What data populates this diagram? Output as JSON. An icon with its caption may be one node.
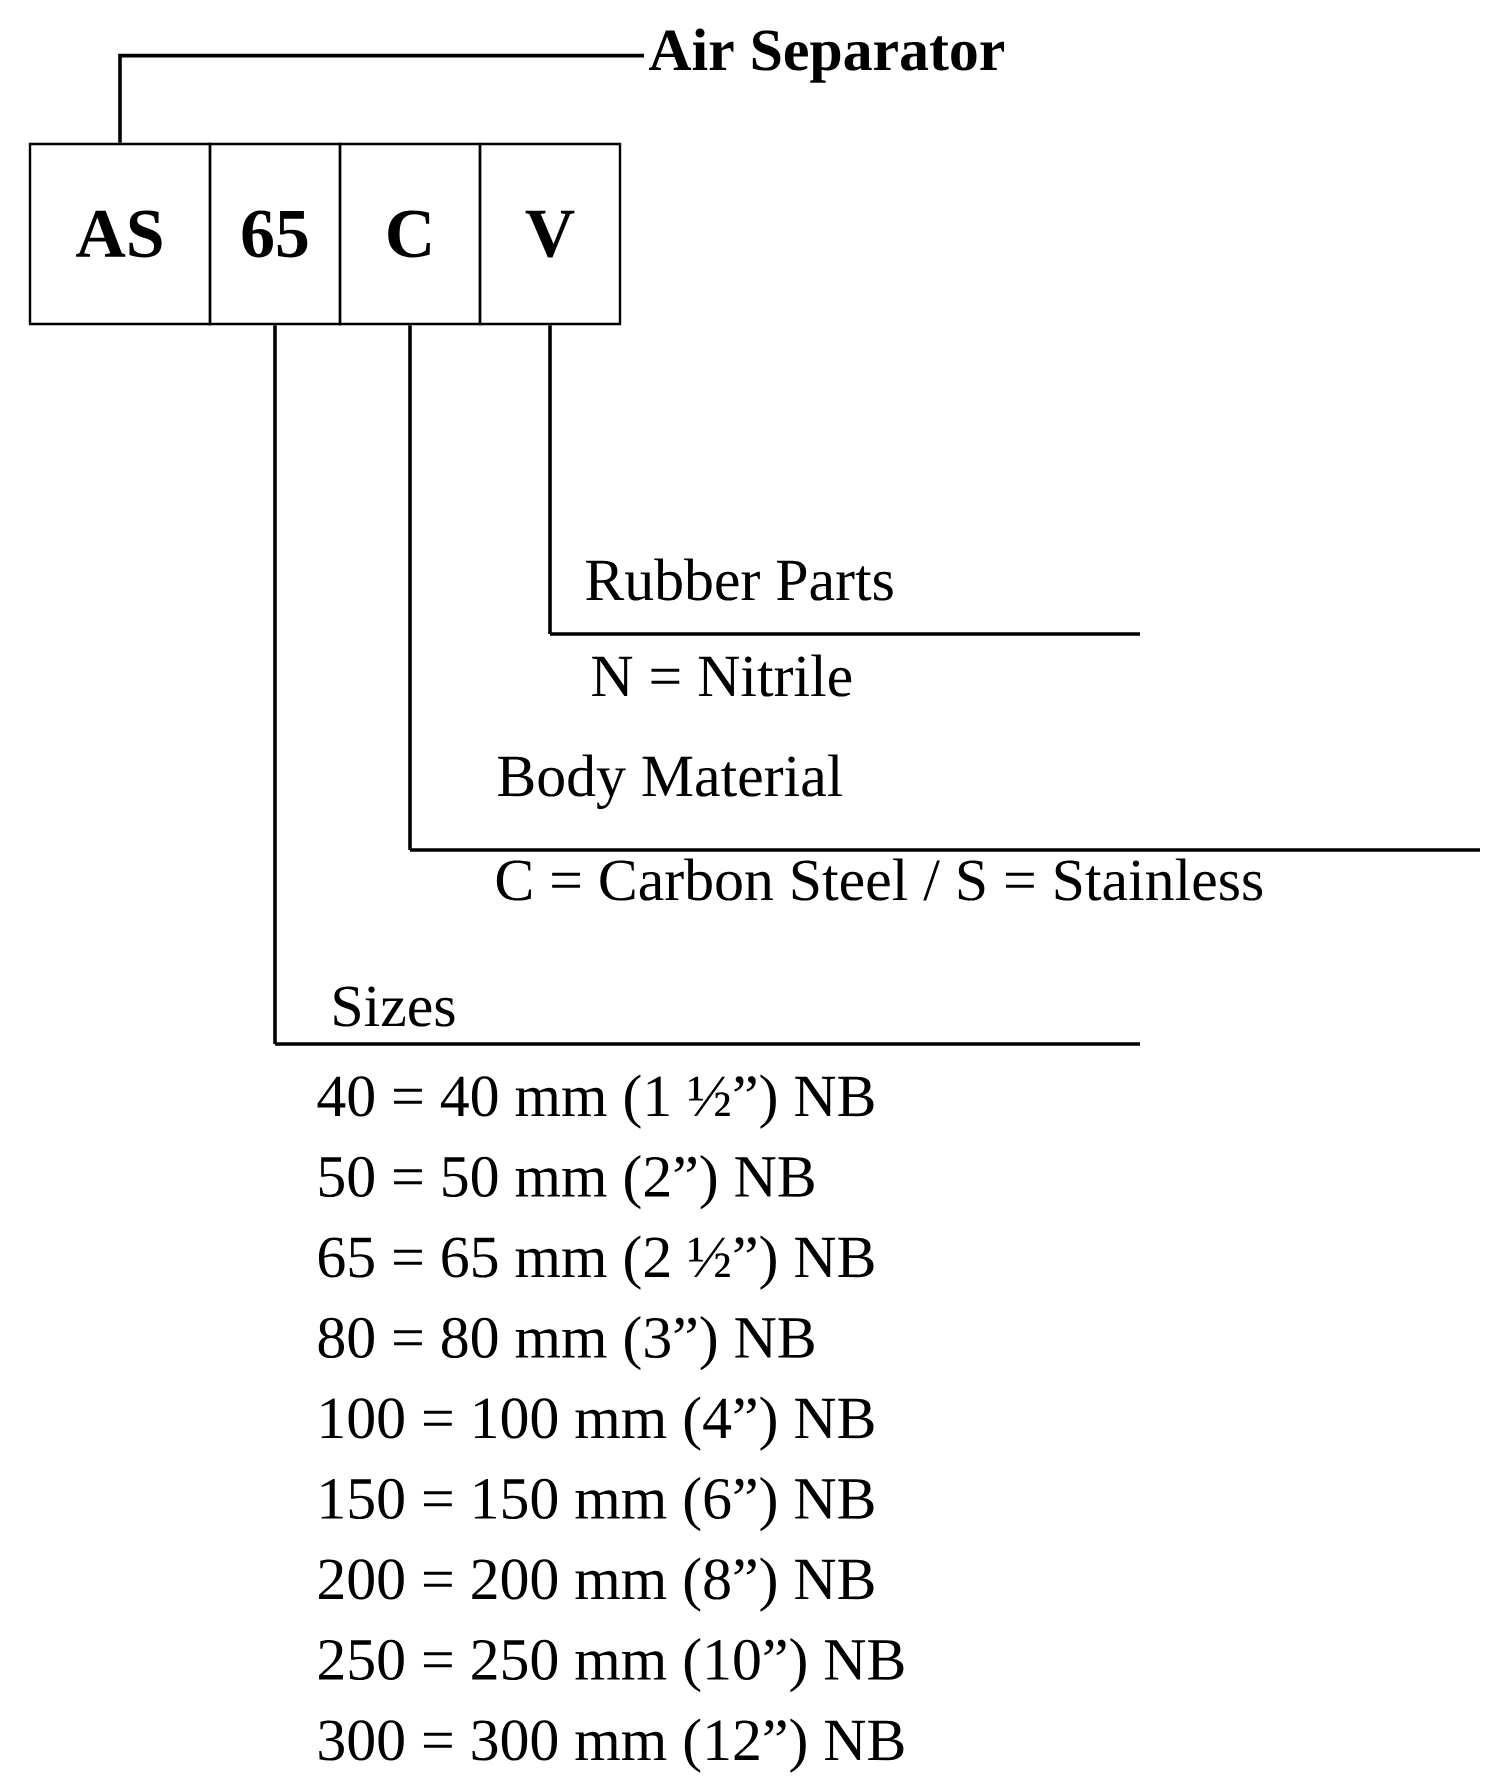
{
  "diagram": {
    "nodes": [
      {
        "text": [
          "Air Separator"
        ]
      },
      {
        "text": [
          "AS"
        ]
      },
      {
        "text": [
          "65"
        ]
      },
      {
        "text": [
          "C"
        ]
      },
      {
        "text": [
          "V"
        ]
      },
      {
        "text": [
          "Rubber Parts"
        ],
        "beside": [
          "N = Nitrile"
        ]
      },
      {
        "text": [
          "Body Material"
        ],
        "beside": [
          "C = Carbon Steel / S = Stainless"
        ]
      },
      {
        "text": [
          "Sizes"
        ],
        "beside": [
          "40 = 40 mm (1 ½”) NB",
          "50 = 50 mm (2”) NB",
          "65 = 65 mm (2 ½”) NB",
          "80 = 80 mm (3”) NB",
          "100 = 100 mm (4”) NB",
          "150 = 150 mm (6”) NB",
          "200 = 200 mm (8”) NB",
          "250 = 250 mm (10”) NB",
          "300 = 300 mm (12”) NB"
        ]
      }
    ],
    "edges": [
      {
        "from": 0,
        "to": 1,
        "arrow": "none"
      },
      {
        "from": 4,
        "to": 5,
        "arrow": "none"
      },
      {
        "from": 3,
        "to": 6,
        "arrow": "none"
      },
      {
        "from": 2,
        "to": 7,
        "arrow": "none"
      }
    ]
  }
}
